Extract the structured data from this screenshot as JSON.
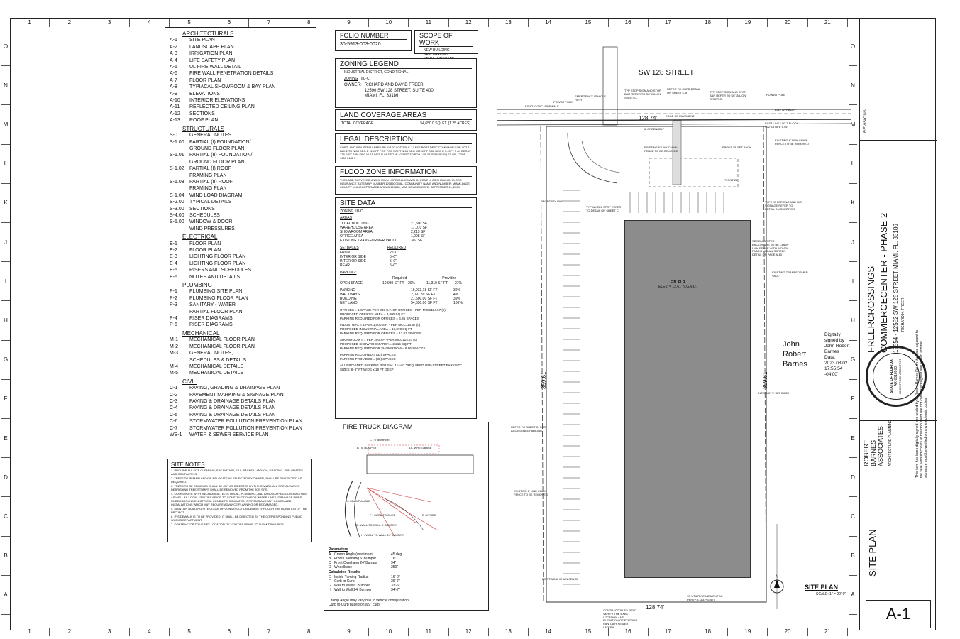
{
  "ruler": {
    "columns": [
      "1",
      "2",
      "3",
      "4",
      "5",
      "6",
      "7",
      "8",
      "9",
      "10",
      "11",
      "12",
      "13",
      "14",
      "15",
      "16",
      "17",
      "18",
      "19",
      "20",
      "21"
    ],
    "rows": [
      "O",
      "N",
      "M",
      "L",
      "K",
      "J",
      "I",
      "H",
      "G",
      "F",
      "E",
      "D",
      "C",
      "B",
      "A"
    ]
  },
  "index": {
    "architectural_title": "ARCHITECTURALS",
    "architectural": [
      [
        "A-1",
        "SITE PLAN"
      ],
      [
        "A-2",
        "LANDSCAPE PLAN"
      ],
      [
        "A-3",
        "IRRIGATION PLAN"
      ],
      [
        "A-4",
        "LIFE SAFETY PLAN"
      ],
      [
        "A-5",
        "UL FIRE WALL DETAIL"
      ],
      [
        "A-6",
        "FIRE WALL PENETRATION DETAILS"
      ],
      [
        "A-7",
        "FLOOR PLAN"
      ],
      [
        "A-8",
        "TYPIACAL SHOWROOM & BAY PLAN"
      ],
      [
        "A-9",
        "ELEVATIONS"
      ],
      [
        "A-10",
        "INTERIOR ELEVATIONS"
      ],
      [
        "A-11",
        "REFLECTED CEILING PLAN"
      ],
      [
        "A-12",
        "SECTIONS"
      ],
      [
        "A-13",
        "ROOF PLAN"
      ]
    ],
    "structural_title": "STRUCTURALS",
    "structural": [
      [
        "S-0",
        "GENERAL NOTES"
      ],
      [
        "S-1.00",
        "PARTIAL (I) FOUNDATION/"
      ],
      [
        "",
        "GROUND FLOOR PLAN"
      ],
      [
        "S-1.01",
        "PARTIAL (II) FOUNDATION/"
      ],
      [
        "",
        "GROUND FLOOR PLAN"
      ],
      [
        "S-1.02",
        "PARTIAL (I) ROOF"
      ],
      [
        "",
        "FRAMING PLAN"
      ],
      [
        "S-1.03",
        "PARTIAL (II) ROOF"
      ],
      [
        "",
        "FRAMING PLAN"
      ],
      [
        "S-1.04",
        "WIND LOAD DIAGRAM"
      ],
      [
        "S-2.00",
        "TYPICAL DETAILS"
      ],
      [
        "S-3.00",
        "SECTIONS"
      ],
      [
        "S-4.00",
        "SCHEDULES"
      ],
      [
        "S-5.00",
        "WINDOW & DOOR"
      ],
      [
        "",
        "WIND PRESSURES"
      ]
    ],
    "electrical_title": "ELECTRICAL",
    "electrical": [
      [
        "E-1",
        "FLOOR PLAN"
      ],
      [
        "E-2",
        "FLOOR PLAN"
      ],
      [
        "E-3",
        "LIGHTING FLOOR PLAN"
      ],
      [
        "E-4",
        "LIGHTING FLOOR PLAN"
      ],
      [
        "E-5",
        "RISERS AND SCHEDULES"
      ],
      [
        "E-6",
        "NOTES AND DETAILS"
      ]
    ],
    "plumbing_title": "PLUMBING",
    "plumbing": [
      [
        "P-1",
        "PLUMBING SITE PLAN"
      ],
      [
        "P-2",
        "PLUMBING FLOOR PLAN"
      ],
      [
        "P-3",
        "SANITARY - WATER"
      ],
      [
        "",
        "PARTIAL FLOOR PLAN"
      ],
      [
        "P-4",
        "RISER DIAGRAMS"
      ],
      [
        "P-5",
        "RISER DIAGRAMS"
      ]
    ],
    "mechanical_title": "MECHANICAL",
    "mechanical": [
      [
        "M-1",
        "MECHANICAL FLOOR PLAN"
      ],
      [
        "M-2",
        "MECHANICAL FLOOR PLAN"
      ],
      [
        "M-3",
        "GENERAL NOTES,"
      ],
      [
        "",
        "SCHEDULES & DETAILS"
      ],
      [
        "M-4",
        "MECHANICAL DETAILS"
      ],
      [
        "M-5",
        "MECHANICAL DETAILS"
      ]
    ],
    "civil_title": "CIVIL",
    "civil": [
      [
        "C-1",
        "PAVING, GRADING & DRAINAGE PLAN"
      ],
      [
        "C-2",
        "PAVEMENT MARKING & SIGNAGE PLAN"
      ],
      [
        "C-3",
        "PAVING & DRAINAGE DETAILS PLAN"
      ],
      [
        "C-4",
        "PAVING & DRAINAGE DETAILS PLAN"
      ],
      [
        "C-5",
        "PAVING & DRAINAGE DETAILS PLAN"
      ],
      [
        "C-6",
        "STORMWATER POLLUTION PREVENTION PLAN"
      ],
      [
        "C-7",
        "STORMWATER POLLUTION PREVENTION PLAN"
      ],
      [
        "WS-1",
        "WATER & SEWER SERVICE PLAN"
      ]
    ]
  },
  "site_notes": {
    "title": "SITE NOTES",
    "items": [
      "1. PROVIDE ALL SITE CLEARING, EXCAVATION, FILL, BACKFILL/ROUGH, GRADING, SUB-GRADES AND COMPACTING.",
      "2. TREES TO REMAIN AND/OR RELOCATE AS SELECTED BY OWNER, SHALL BE PROTECTED AS REQUIRED.",
      "3. TREES TO BE REMOVED SHALL BE CUT AS DIRECTED BY THE OWNER. ALL SITE CLEARING DEBRIS AND TREE STUMPS SHALL BE REMOVED FROM THE JOB SITE.",
      "4. COORDINATE WITH MECHANICAL, ELECTRICAL, PLUMBING, AND LANDSCAPING CONTRACTORS AS WELL AS LOCAL UTILITIES PRIOR TO CONSTRUCTION FOR WATER LINES, DRAINAGE PIPES, UNDERGROUND ELECTRICAL CONDUITS, IRRIGATION SYSTEMS AND ANY CONCEALED INSTALLATIONS WHICH MAY REQUIRE ADVANCE PLANNING OR BE DAMAGED.",
      "5. MAINTAIN BUILDING SITE CLEAN OF CONSTRUCTION DEBRIS THROUGH THE DURATION OF THE PROJECT.",
      "6. IF SIDEWALK IS TO BE PROVIDED, IT SHALL BE DIRECTED BY THE CORRESPONDING PUBLIC WORKS DEPARTMENT.",
      "7. CONTRACTOR TO VERIFY LOCATION OF UTILITIES PRIOR TO SUBMITTING BIDS."
    ]
  },
  "folio": {
    "title": "FOLIO NUMBER",
    "value": "30-5913-003-0020"
  },
  "scope": {
    "title": "SCOPE OF WORK",
    "items": [
      "NEW BUILDING",
      "NEW PARKING",
      "NEW LANDSCAPE"
    ]
  },
  "zoning": {
    "title": "ZONING LEGEND",
    "district": "INDUSTRIAL DISTRICT, CONDITIONAL",
    "zoning_label": "ZONING",
    "zoning_value": "(IU-C)",
    "owner_label": "OWNER:",
    "owner_lines": [
      "RICHARD AND DAVID FREER",
      "12590 SW 128 STREET, SUITE 400",
      "MIAMI, FL. 33186"
    ]
  },
  "land": {
    "title": "LAND COVERAGE AREAS",
    "label": "TOTAL COVERAGE",
    "value": "54,650.0 SQ. FT.  (1.25 ACRES)"
  },
  "legal": {
    "title": "LEGAL DESCRIPTION:",
    "text": "CORTLAND INDUSTRIAL PARK PB 113-02 LOT 2 BLK 1 LESS PORT DESC COMM N W COR LOT 1 BLK 1 TH N 88 DEG E 1139FT FOR POB CONT N 88 DEG 132.49FT S 02 DEG E 5.45FT S 84 DEG W 128.74FT S 88 DEG W 21.84FT N 04 DEG W 10.24FT TO POB LOT SIZE 54650 SQ FT OR 12768-1409 0186 5"
  },
  "flood": {
    "title": "FLOOD ZONE INFORMATION",
    "text": "THE LAND SURVEYED AND SHOWN HEREON LIES WITHIN ZONE X, AS SHOWN IN FLOOD INSURANCE RATE MAP NUMBER 12086C0566L, COMMUNITY NAME AND NUMBER: MIAMI-DADE COUNTY UNINCORPORATED AREAS 120635, MAP REVISED DATE: SEPTEMBER 11, 2009"
  },
  "site_data": {
    "title": "SITE DATA",
    "zoning_label": "ZONING",
    "zoning_value": "IU-C",
    "areas_label": "AREAS",
    "areas": [
      [
        "TOTAL BUILDING",
        "21,500 SF"
      ],
      [
        "WAREHOUSE AREA",
        "17,070 SF"
      ],
      [
        "SHOWROOM AREA",
        "2,215 SF"
      ],
      [
        "OFFICE AREA",
        "1,908 SF"
      ],
      [
        "EXISTING TRANSFORMER VAULT",
        "307 SF"
      ]
    ],
    "setbacks_label": "SETBACKS",
    "required_label": "REQUIRED",
    "setbacks": [
      [
        "FRONT",
        "25'-0\""
      ],
      [
        "INTERIOR SIDE",
        "5'-0\""
      ],
      [
        "INTERIOR SIDE",
        "5'-0\""
      ],
      [
        "REAR",
        "5'-0\""
      ]
    ],
    "parking_label": "PARKING:",
    "open_space": [
      "OPEN SPACE",
      "10,930 SF FT",
      "20%",
      "11,310 SF FT",
      "21%"
    ],
    "req_label": "Required",
    "prov_label": "Provided",
    "coverage": [
      [
        "PARKING",
        "19,933.18 SF FT",
        "36%"
      ],
      [
        "WALKWAYS",
        "2,097.89 SF FT",
        "4%"
      ],
      [
        "BUILDING",
        "21,500.00 SF FT",
        "39%"
      ],
      [
        "NET LAND",
        "54,650.00 SF FT",
        "100%"
      ]
    ],
    "calcs": [
      "OFFICES  = 1 SPACE PER 300 S.F. OF OFFICES - PER M CC114.67 (c)",
      "PROPOSED OFFICES AREA                    = 2,000 SQ FT",
      "PARKING REQUIRED FOR OFFICES             = 6.36 SPACES",
      "INDUSTRIAL = 1 PER 1,000 S.F. - PER MCC114.67 (c)",
      "PROPOSED INDUSTRIAL AREA                 = 17,070 SQ FT",
      "PARKING REQUIRED FOR OFFICES             = 17.07 SPACES",
      "SHOWROOM = 1 PER 250 SF - PER MCC114.67 (c)",
      "PROPOSED SHOWROOM AREA                   = 2,215 SQ FT",
      "PARKING REQUIRED FOR SHOWROOM            = 8.86 SPACES",
      "PARKING REQUIRED                         = (32) SPACES",
      "PARKING PROVIDED                         = (38) SPACES",
      "ALL PROVIDED PARKING PER Sec. 114-67 \"REQUIRED OFF-STREET PARKING\"",
      "SIZES: 8'-6\" FT WIDE x 18 FT DEEP"
    ]
  },
  "fire_truck": {
    "title": "FIRE TRUCK DIAGRAM",
    "labels": [
      "C - 6' BUMPER",
      "B - 6' BUMPER",
      "D - WHEELBASE",
      "A - CRAMP ANGLE",
      "F - CURB TO CURB",
      "E - INSIDE",
      "G - WALL TO WALL 6' BUMPER",
      "H - WALL TO WALL 24' BUMPER"
    ],
    "params_title": "Parameters",
    "params": [
      [
        "A",
        "Cramp Angle (maximum)",
        "45 deg"
      ],
      [
        "B",
        "Front Overhang   6' Bumper",
        "76\""
      ],
      [
        "C",
        "Front Overhang  24' Bumper",
        "94\""
      ],
      [
        "D",
        "Wheelbase",
        "250\""
      ]
    ],
    "results_title": "Calculated Results",
    "results": [
      [
        "E",
        "Inside Turning Radius",
        "16'-0\""
      ],
      [
        "F",
        "Curb to Curb",
        "29'-7\""
      ],
      [
        "G",
        "Wall to Wall  6' Bumper",
        "33'-6\""
      ],
      [
        "H",
        "Wall to Wall 24' Bumper",
        "34'-7\""
      ]
    ],
    "note": "Cramp Angle may vary due to vehicle configuration. Curb to Curb based on a 9\" curb."
  },
  "plan": {
    "street": "SW 128 STREET",
    "width_top": "128.74'",
    "width_bottom": "128.74'",
    "depth_left": "359.61'",
    "depth_right": "359.61'",
    "finish_floor": "FIN. FLR.",
    "elevation": "ELEV. = 12.61' N.G.V.D.",
    "title": "SITE PLAN",
    "scale": "SCALE: 1\" = 20'-0\"",
    "notes": [
      "EXIST. CONC. SIDEWALK",
      "POWER POLE",
      "EMERGENCY VEHICLE PATH",
      "TYP STOP SIGN AND STOP BAR REFER TO DETAIL ON SHEET C-",
      "REFER TO CURB DETAIL ON SHEET C-5",
      "EDGE OF PAVEMENT",
      "TYP STOP SIGN AND STOP BAR REFER TO DETAIL ON SHEET C-",
      "POWER POLE",
      "FIRE HYDRANT",
      "EAST LINE LOT 2 BLOCK 1 S02°16'58\"E 5.45'",
      "EXISTING 6' LINK CHAIN FENCE TO BE REMOVED",
      "6' GREENBELT",
      "EXISTING 6' LINK CHAIN-FENCE TO BE REMOVED",
      "FRONT 25' SET BACK",
      "TYP WHEEL STOP REFER TO DETAIL ON SHEET C-",
      "TYP H/C PARKING AND H/C SIGNAGE REFER TO DETAIL ON SHEET C-5",
      "SEE DUMPSTER ENCLOSURE TO BE CHAIN LINK FENCE WITH WOVEN FABRIC VISUAL SCREEN DETAIL ON PAGE A-10",
      "EXISTING TRANSFORMER VAULT",
      "REFER TO SHEET C- FOR ACCESSIBLE PARKING",
      "EXISTING 6' LINK CHAIN FENCE TO BE REMOVED",
      "INTERIOR 5' SET BACK",
      "EXISTING 6' CHAIN FENCE",
      "CONTRACTOR TO FIELD VERIFY THE EXACT LOCATION AND ELEVATION OF EXISTING SANITARY SEWER LATERAL",
      "10' UTILITY EASEMENT AS PER (P.B.113-P.G 52)",
      "PROPERTY LINE",
      "FRONT 25'"
    ]
  },
  "signature": {
    "name_lines": [
      "John",
      "Robert",
      "Barnes"
    ],
    "digital": [
      "Digitally",
      "signed by",
      "John Robert",
      "Barnes",
      "Date:",
      "2023.08.02",
      "17:55:54",
      "-04'00'"
    ]
  },
  "title_block": {
    "project": "FREERCROSSINGS",
    "project2": "COMMERCECENTER - PHASE 2",
    "address": "12554 - 12582 SW 128 STREET MIAMI, FL. 33186",
    "owner": "RICHARD H. FREER",
    "revisions": "REVISIONS",
    "firm": [
      "ROBERT",
      "BARNES",
      "ASSOCIATES"
    ],
    "firm_tag": "ARCHITECTURE PLANNING",
    "seal": "STATE OF FLORIDA",
    "seal_no": "AR-0010903",
    "seal_ring": "REGISTERED ARCHITECT",
    "cert": "This item has been digitally signed and sealed by J. Robert Barnes RA on the date adjacent to the seal. Printed copies of this document are not considered signed and sealed and the signature must be verified on any electronic copies.",
    "sheet_title": "SITE PLAN",
    "sheet_no": "A-1"
  }
}
